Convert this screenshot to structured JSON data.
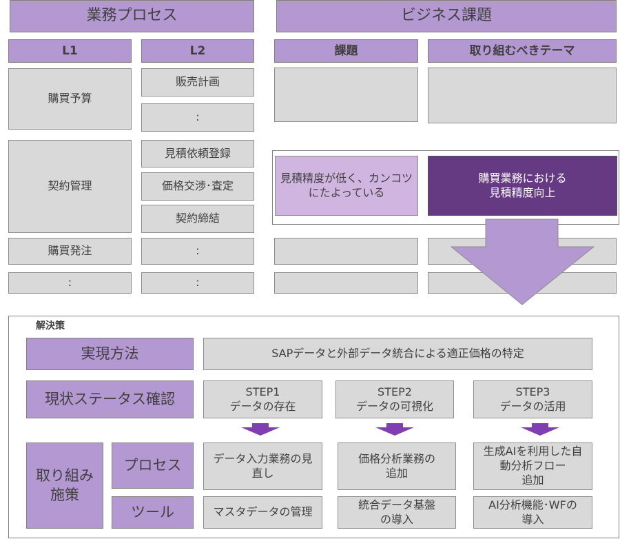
{
  "colors": {
    "header": "#b498d2",
    "cell": "#d9d9d9",
    "dark": "#663a82",
    "light": "#cfb5e0"
  },
  "process": {
    "title": "業務プロセス",
    "l1": "L1",
    "l2": "L2",
    "l1_items": [
      "購買予算",
      "契約管理",
      "購買発注",
      ":"
    ],
    "l2_items": [
      "販売計画",
      ":",
      "見積依頼登録",
      "価格交渉･査定",
      "契約締結",
      ":",
      ":"
    ]
  },
  "business": {
    "title": "ビジネス課題",
    "issue_header": "課題",
    "theme_header": "取り組むべきテーマ",
    "issue": "見積精度が低く、カンコツ\nにたよっている",
    "theme": "購買業務における\n見積精度向上"
  },
  "solution": {
    "label": "解決策",
    "method_label": "実現方法",
    "method": "SAPデータと外部データ統合による適正価格の特定",
    "status_label": "現状ステータス確認",
    "steps": [
      "STEP1\nデータの存在",
      "STEP2\nデータの可視化",
      "STEP3\nデータの活用"
    ],
    "measures_label": "取り組み\n施策",
    "process_label": "プロセス",
    "tool_label": "ツール",
    "process_items": [
      "データ入力業務の見\n直し",
      "価格分析業務の\n追加",
      "生成AIを利用した自\n動分析フロー\n追加"
    ],
    "tool_items": [
      "マスタデータの管理",
      "統合データ基盤\nの導入",
      "AI分析機能･WFの\n導入"
    ]
  }
}
